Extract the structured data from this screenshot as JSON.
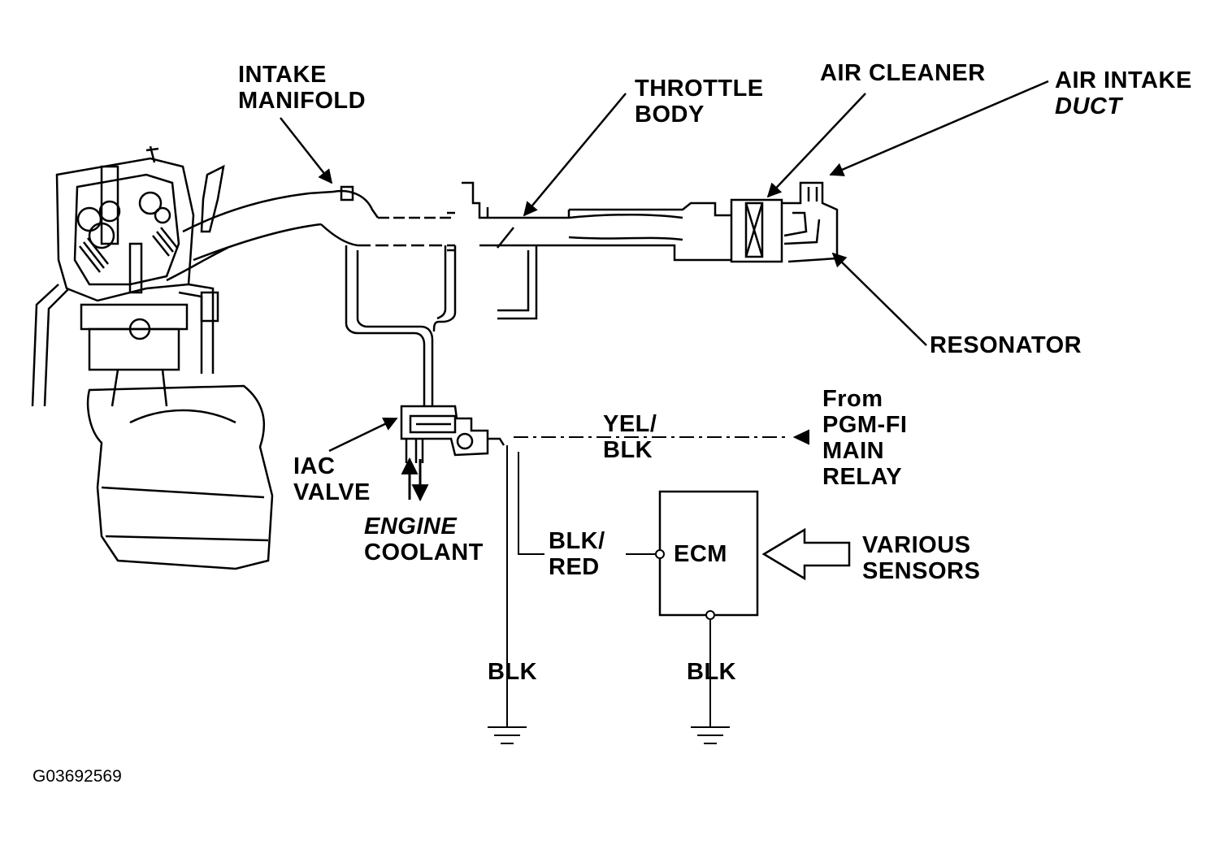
{
  "labels": {
    "intake_manifold": [
      "INTAKE",
      "MANIFOLD"
    ],
    "throttle_body": [
      "THROTTLE",
      "BODY"
    ],
    "air_cleaner": "AIR CLEANER",
    "air_intake_duct": [
      "AIR INTAKE",
      "DUCT"
    ],
    "resonator": "RESONATOR",
    "iac_valve": [
      "IAC",
      "VALVE"
    ],
    "engine_coolant": [
      "ENGINE",
      "COOLANT"
    ],
    "yel_blk": [
      "YEL/",
      "BLK"
    ],
    "from_main_relay": [
      "From",
      "PGM-FI",
      "MAIN",
      "RELAY"
    ],
    "blk_red": [
      "BLK/",
      "RED"
    ],
    "ecm": "ECM",
    "various_sensors": [
      "VARIOUS",
      "SENSORS"
    ],
    "blk_left": "BLK",
    "blk_right": "BLK"
  },
  "figure_id": "G03692569",
  "colors": {
    "ink": "#000000",
    "paper": "#ffffff"
  }
}
